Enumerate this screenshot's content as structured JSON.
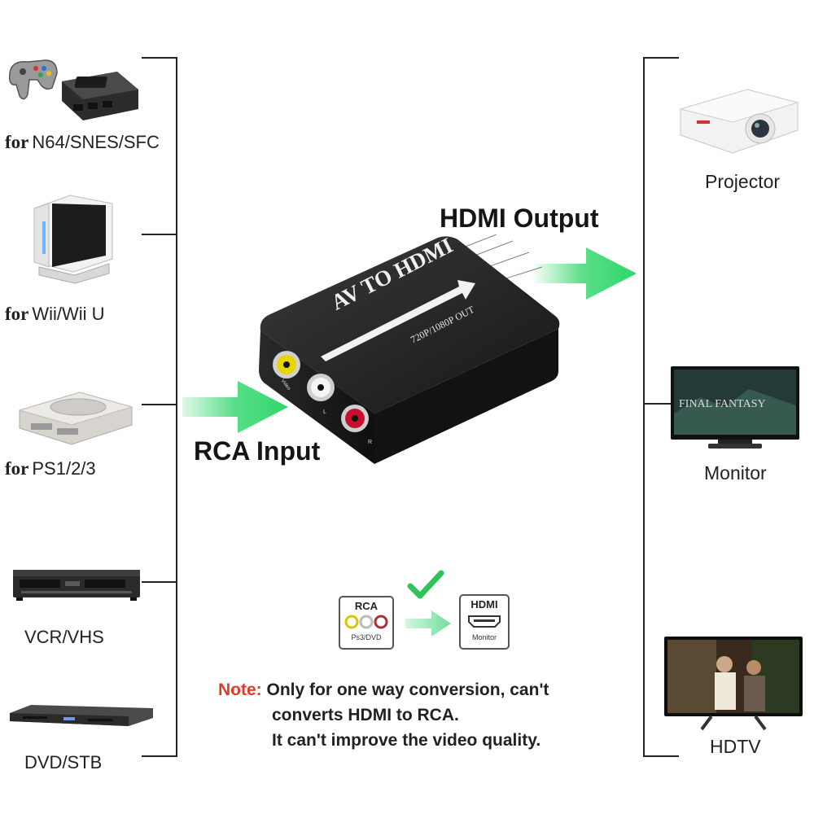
{
  "sources": {
    "for_word": "for",
    "items": [
      {
        "prefix": "for",
        "label": "N64/SNES/SFC",
        "icon": "game-console-icon"
      },
      {
        "prefix": "for",
        "label": "Wii/Wii U",
        "icon": "wii-console-icon"
      },
      {
        "prefix": "for",
        "label": "PS1/2/3",
        "icon": "playstation-console-icon"
      },
      {
        "prefix": "",
        "label": "VCR/VHS",
        "icon": "vcr-player-icon"
      },
      {
        "prefix": "",
        "label": "DVD/STB",
        "icon": "dvd-player-icon"
      }
    ]
  },
  "outputs": {
    "items": [
      {
        "label": "Projector",
        "icon": "projector-icon"
      },
      {
        "label": "Monitor",
        "icon": "monitor-icon"
      },
      {
        "label": "HDTV",
        "icon": "hdtv-icon"
      }
    ]
  },
  "device": {
    "title": "AV TO HDMI",
    "subtitle": "720P/1080P OUT",
    "port_labels": [
      "Video",
      "L",
      "R"
    ]
  },
  "hdmi_output_label": "HDMI Output",
  "rca_input_label": "RCA Input",
  "mini_diagram": {
    "rca_title": "RCA",
    "rca_caption": "Ps3/DVD",
    "hdmi_title": "HDMI",
    "hdmi_caption": "Monitor"
  },
  "note": {
    "key": "Note:",
    "line1": "Only for one way conversion, can't",
    "line2": "converts HDMI to RCA.",
    "line3": "It can't improve the video quality."
  },
  "colors": {
    "arrow_green": "#2fd66a",
    "note_red": "#e23a2a",
    "device_black": "#1a1a1a",
    "rca_yellow": "#e8d400",
    "rca_white": "#e6e6e6",
    "rca_red": "#c8102e"
  }
}
